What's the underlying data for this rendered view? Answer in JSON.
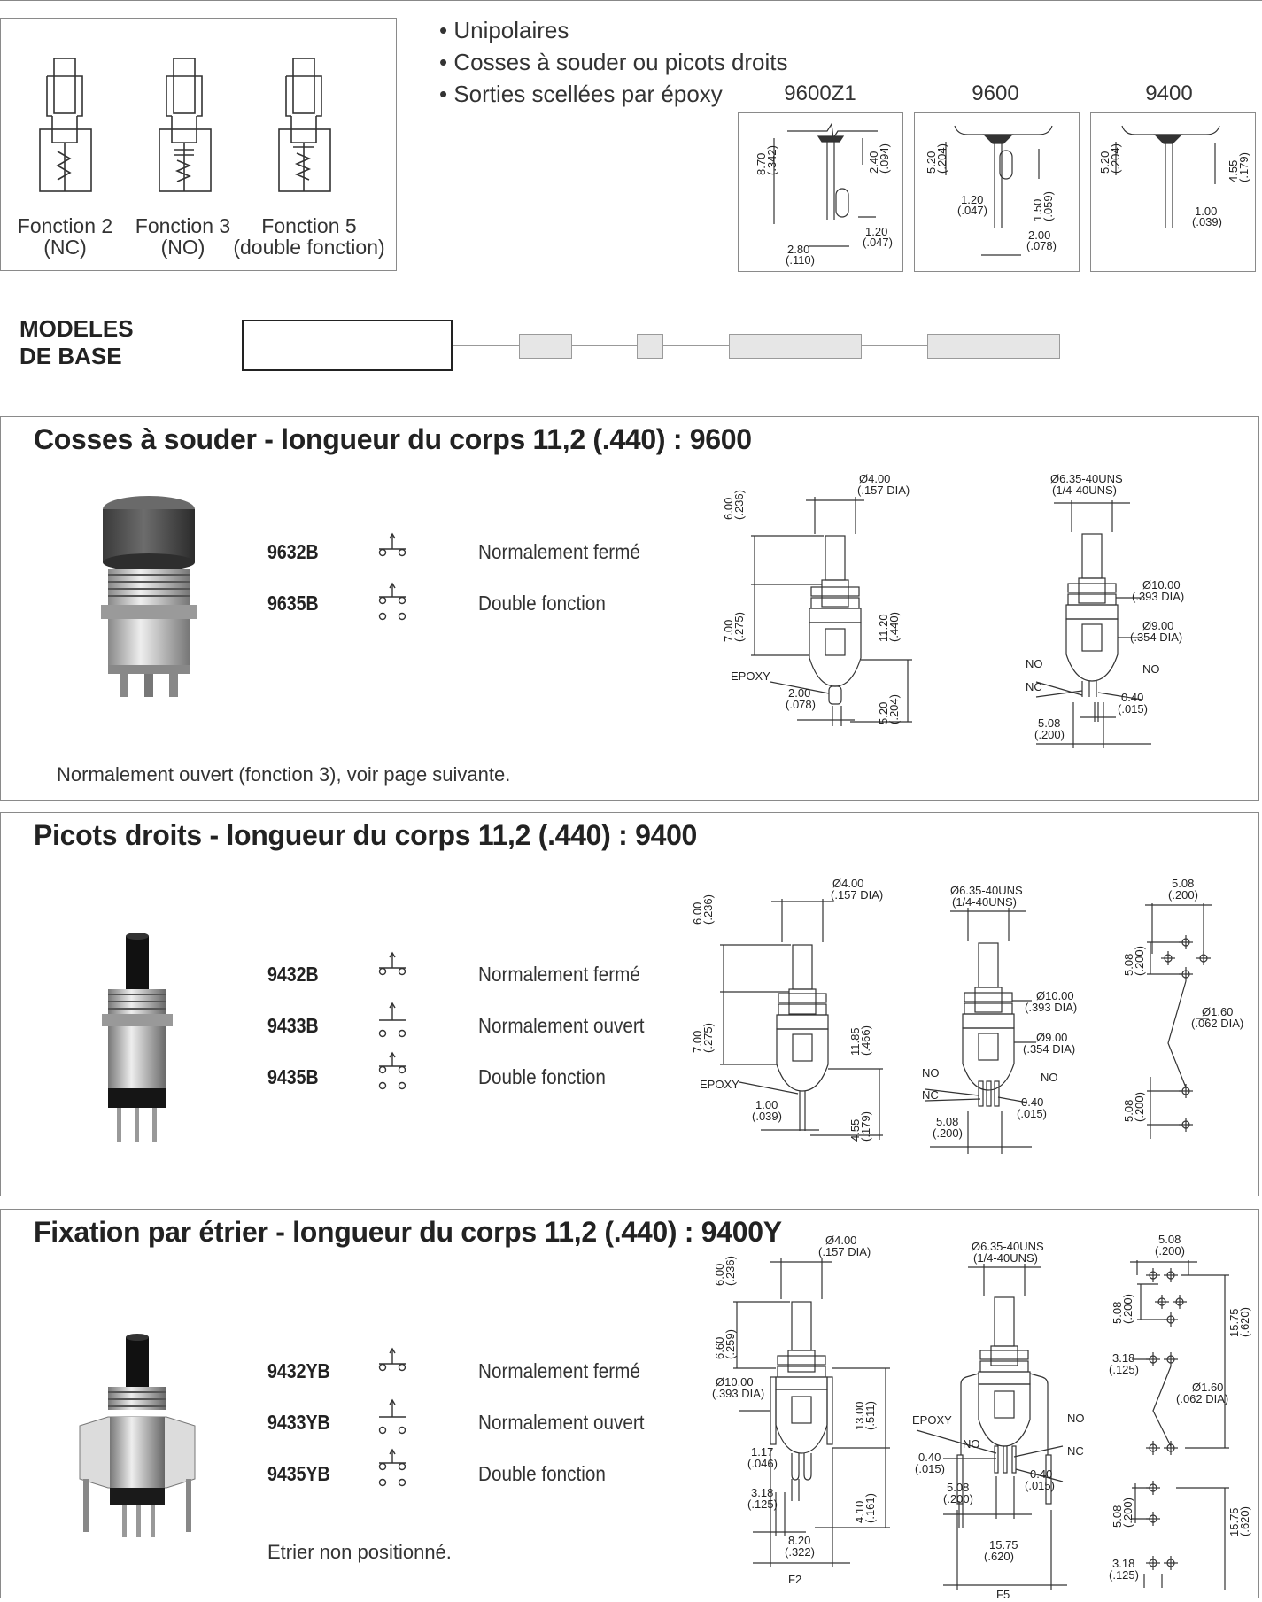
{
  "functions": {
    "f2": {
      "name": "Fonction 2",
      "sub": "(NC)"
    },
    "f3": {
      "name": "Fonction 3",
      "sub": "(NO)"
    },
    "f5": {
      "name": "Fonction 5",
      "sub": "(double fonction)"
    }
  },
  "bullets": [
    "• Unipolaires",
    "• Cosses à souder ou picots droits",
    "• Sorties scellées par époxy"
  ],
  "pin_variants": [
    {
      "title": "9600Z1",
      "dims": [
        "8.70",
        "(.342)",
        "2.40",
        "(.094)",
        "1.20",
        "(.047)",
        "2.80",
        "(.110)"
      ]
    },
    {
      "title": "9600",
      "dims": [
        "5.20",
        "(.204)",
        "1.20",
        "(.047)",
        "1.50",
        "(.059)",
        "2.00",
        "(.078)"
      ]
    },
    {
      "title": "9400",
      "dims": [
        "5.20",
        "(.204)",
        "4.55",
        "(.179)",
        "1.00",
        "(.039)"
      ]
    }
  ],
  "base_models": {
    "label_line1": "MODELES",
    "label_line2": "DE BASE"
  },
  "sections": [
    {
      "title": "Cosses à souder - longueur du corps 11,2 (.440) : 9600",
      "models": [
        {
          "code": "9632B",
          "desc": "Normalement fermé"
        },
        {
          "code": "9635B",
          "desc": "Double fonction"
        }
      ],
      "note": "Normalement ouvert (fonction 3), voir page suivante.",
      "dims": {
        "d1": "Ø4.00",
        "d1b": "(.157 DIA)",
        "h1": "6.00",
        "h1b": "(.236)",
        "h2": "7.00",
        "h2b": "(.275)",
        "h3": "11.20",
        "h3b": "(.440)",
        "h4": "5.20",
        "h4b": "(.204)",
        "w1": "2.00",
        "w1b": "(.078)",
        "epoxy": "EPOXY",
        "t1": "Ø6.35-40UNS",
        "t1b": "(1/4-40UNS)",
        "t2": "Ø10.00",
        "t2b": "(.393 DIA)",
        "t3": "Ø9.00",
        "t3b": "(.354 DIA)",
        "no1": "NO",
        "nc": "NC",
        "no2": "NO",
        "p1": "0.40",
        "p1b": "(.015)",
        "p2": "5.08",
        "p2b": "(.200)"
      }
    },
    {
      "title": "Picots droits - longueur du corps 11,2 (.440) : 9400",
      "models": [
        {
          "code": "9432B",
          "desc": "Normalement fermé"
        },
        {
          "code": "9433B",
          "desc": "Normalement ouvert"
        },
        {
          "code": "9435B",
          "desc": "Double fonction"
        }
      ],
      "dims": {
        "d1": "Ø4.00",
        "d1b": "(.157 DIA)",
        "h1": "6.00",
        "h1b": "(.236)",
        "h2": "7.00",
        "h2b": "(.275)",
        "h3": "11.85",
        "h3b": "(.466)",
        "h4": "4.55",
        "h4b": "(.179)",
        "w1": "1.00",
        "w1b": "(.039)",
        "epoxy": "EPOXY",
        "t1": "Ø6.35-40UNS",
        "t1b": "(1/4-40UNS)",
        "t2": "Ø10.00",
        "t2b": "(.393 DIA)",
        "t3": "Ø9.00",
        "t3b": "(.354 DIA)",
        "no1": "NO",
        "nc": "NC",
        "no2": "NO",
        "p1": "0.40",
        "p1b": "(.015)",
        "p2": "5.08",
        "p2b": "(.200)",
        "g1": "5.08",
        "g1b": "(.200)",
        "g2": "5.08",
        "g2b": "(.200)",
        "g3": "Ø1.60",
        "g3b": "(.062 DIA)",
        "g4": "5.08",
        "g4b": "(.200)"
      }
    },
    {
      "title": "Fixation par étrier - longueur du corps 11,2 (.440) : 9400Y",
      "models": [
        {
          "code": "9432YB",
          "desc": "Normalement fermé"
        },
        {
          "code": "9433YB",
          "desc": "Normalement ouvert"
        },
        {
          "code": "9435YB",
          "desc": "Double fonction"
        }
      ],
      "note": "Etrier non positionné.",
      "dims": {
        "d1": "Ø4.00",
        "d1b": "(.157 DIA)",
        "h1": "6.00",
        "h1b": "(.236)",
        "h2": "6.60",
        "h2b": "(.259)",
        "t2": "Ø10.00",
        "t2b": "(.393 DIA)",
        "h3": "13.00",
        "h3b": "(.511)",
        "w2": "1.17",
        "w2b": "(.046)",
        "w3": "3.18",
        "w3b": "(.125)",
        "h4": "4.10",
        "h4b": "(.161)",
        "w4": "8.20",
        "w4b": "(.322)",
        "f2": "F2",
        "t1": "Ø6.35-40UNS",
        "t1b": "(1/4-40UNS)",
        "epoxy": "EPOXY",
        "no1": "NO",
        "no2": "NO",
        "nc": "NC",
        "p1": "0.40",
        "p1b": "(.015)",
        "p3": "0.40",
        "p3b": "(.015)",
        "p2": "5.08",
        "p2b": "(.200)",
        "p4": "15.75",
        "p4b": "(.620)",
        "f5": "F5",
        "g1": "5.08",
        "g1b": "(.200)",
        "g2": "5.08",
        "g2b": "(.200)",
        "g3": "15.75",
        "g3b": "(.620)",
        "g4": "3.18",
        "g4b": "(.125)",
        "g5": "Ø1.60",
        "g5b": "(.062 DIA)",
        "g6": "5.08",
        "g6b": "(.200)",
        "g7": "15.75",
        "g7b": "(.620)",
        "g8": "3.18",
        "g8b": "(.125)"
      }
    }
  ]
}
